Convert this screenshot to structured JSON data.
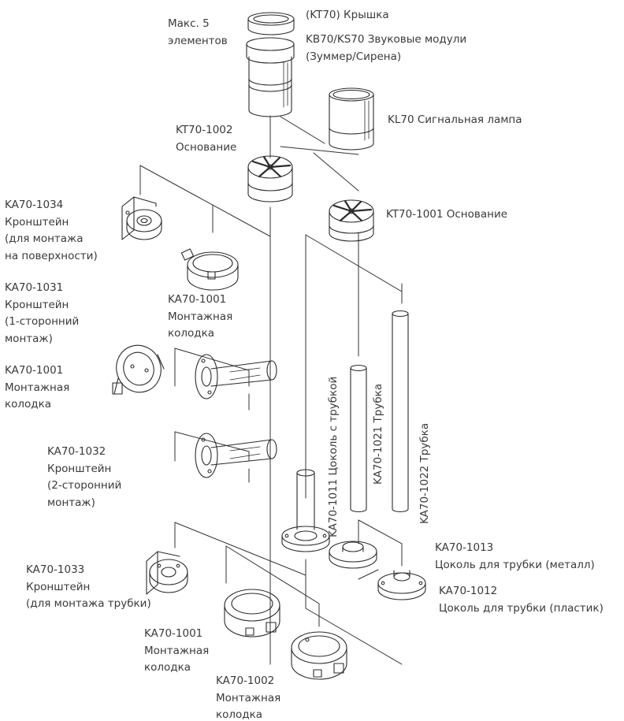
{
  "labels": {
    "max_elements": [
      "Макс. 5",
      "элементов"
    ],
    "cap": [
      "(KT70) Крышка"
    ],
    "sound_modules": [
      "KB70/KS70 Звуковые модули",
      "(Зуммер/Сирена)"
    ],
    "signal_lamp": [
      "KL70 Сигнальная лампа"
    ],
    "base_kt70_1002": [
      "KT70-1002",
      "Основание"
    ],
    "base_kt70_1001": [
      "KT70-1001 Основание"
    ],
    "bracket_1034": [
      "KA70-1034",
      "Кронштейн",
      "(для монтажа",
      "на поверхности)"
    ],
    "box_1001_top": [
      "KA70-1001",
      "Монтажная",
      "колодка"
    ],
    "bracket_1031": [
      "KA70-1031",
      "Кронштейн",
      "(1-сторонний",
      "монтаж)"
    ],
    "box_1001_left": [
      "KA70-1001",
      "Монтажная",
      "колодка"
    ],
    "bracket_1032": [
      "KA70-1032",
      "Кронштейн",
      "(2-сторонний",
      "монтаж)"
    ],
    "bracket_1033": [
      "KA70-1033",
      "Кронштейн",
      "(для монтажа трубки)"
    ],
    "box_1001_bottom": [
      "KA70-1001",
      "Монтажная",
      "колодка"
    ],
    "box_1002": [
      "KA70-1002",
      "Монтажная",
      "колодка"
    ],
    "tube_base_metal": [
      "KA70-1013",
      "Цоколь для трубки (металл)"
    ],
    "tube_base_plastic": [
      "KA70-1012",
      "Цоколь для трубки (пластик)"
    ]
  },
  "vertical_labels": {
    "tube_base_1011": "KA70-1011 Цоколь с трубкой",
    "tube_1021": "KA70-1021 Трубка",
    "tube_1022": "KA70-1022 Трубка"
  }
}
